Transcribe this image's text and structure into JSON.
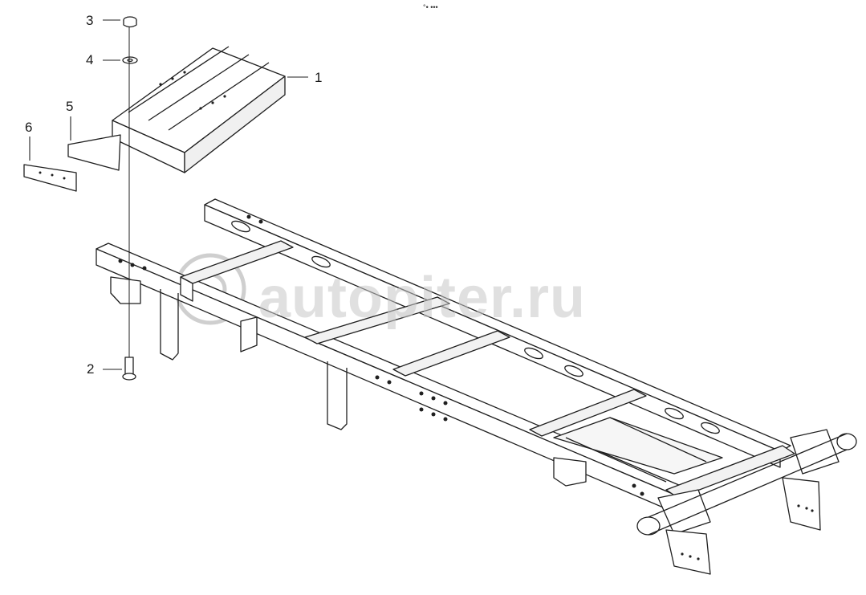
{
  "top_mark": "°• •••",
  "watermark": "autopiter.ru",
  "callouts": [
    {
      "id": "1",
      "label": "1"
    },
    {
      "id": "2",
      "label": "2"
    },
    {
      "id": "3",
      "label": "3"
    },
    {
      "id": "4",
      "label": "4"
    },
    {
      "id": "5",
      "label": "5"
    },
    {
      "id": "6",
      "label": "6"
    }
  ],
  "parts": [
    {
      "callout": "1",
      "name": "bracket-assembly"
    },
    {
      "callout": "2",
      "name": "bolt"
    },
    {
      "callout": "3",
      "name": "nut"
    },
    {
      "callout": "4",
      "name": "washer"
    },
    {
      "callout": "5",
      "name": "shim"
    },
    {
      "callout": "6",
      "name": "shim"
    }
  ],
  "colors": {
    "line": "#1f1f1f",
    "fill": "#ffffff",
    "shade": "#e6e6e6",
    "watermark": "#c8c8c8"
  }
}
